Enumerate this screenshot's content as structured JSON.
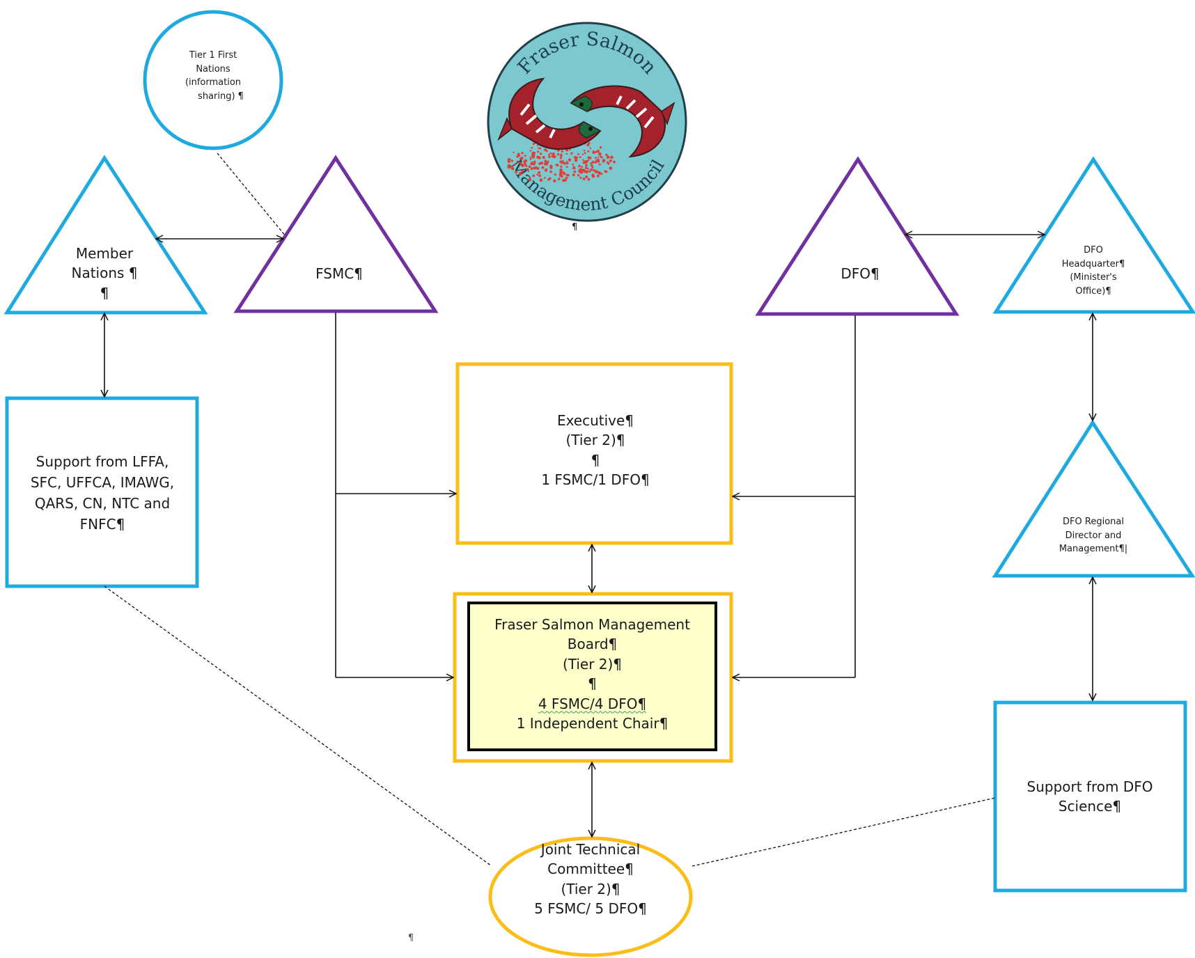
{
  "colors": {
    "blue": "#1ea9e1",
    "purple": "#7030a0",
    "gold": "#fbbd18",
    "board_fill": "#ffffcc",
    "logo_fill": "#7cc8cf",
    "salmon_red": "#a4222c",
    "salmon_green": "#1d6b3a",
    "roe": "#e0403c"
  },
  "logo": {
    "top_text": "Fraser Salmon",
    "bottom_text": "Management Council",
    "mark": "¶"
  },
  "nodes": {
    "tier1": {
      "lines": [
        "Tier 1 First",
        "Nations",
        "(information",
        "sharing) ¶"
      ]
    },
    "member_nations": {
      "lines": [
        "Member",
        "Nations ¶",
        "¶"
      ]
    },
    "fsmc": {
      "lines": [
        "FSMC¶"
      ]
    },
    "dfo": {
      "lines": [
        "DFO¶"
      ]
    },
    "dfo_hq": {
      "lines": [
        "DFO",
        "Headquarter¶",
        "(Minister's",
        "Office)¶"
      ]
    },
    "support_left": {
      "lines": [
        "Support from LFFA,",
        "SFC, UFFCA, IMAWG,",
        "QARS, CN, NTC and",
        "FNFC¶"
      ]
    },
    "executive": {
      "lines": [
        "Executive¶",
        "(Tier 2)¶",
        "¶",
        "1 FSMC/1 DFO¶"
      ]
    },
    "dfo_regional": {
      "lines": [
        "DFO Regional",
        "Director and",
        "Management¶|"
      ]
    },
    "board": {
      "lines": [
        "Fraser Salmon Management",
        "Board¶",
        "(Tier 2)¶",
        "¶",
        "4 FSMC/4 DFO¶",
        "1 Independent Chair¶"
      ]
    },
    "support_dfo": {
      "lines": [
        "Support from DFO",
        "Science¶"
      ]
    },
    "jtc": {
      "lines": [
        "Joint Technical",
        "Committee¶",
        "(Tier 2)¶",
        "5 FSMC/ 5 DFO¶"
      ]
    }
  },
  "page_mark": "¶"
}
